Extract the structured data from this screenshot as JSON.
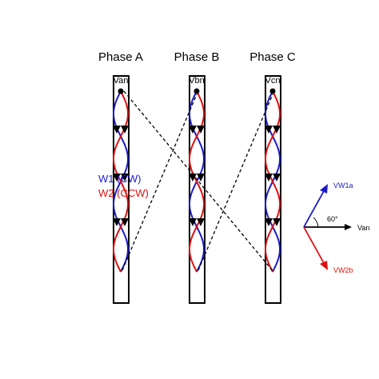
{
  "phases": [
    {
      "title": "Phase A",
      "terminal": "Van"
    },
    {
      "title": "Phase B",
      "terminal": "Vbn"
    },
    {
      "title": "Phase C",
      "terminal": "Vcn"
    }
  ],
  "legend": {
    "w1": "W1 (CW)",
    "w2": "W2 (CCW)"
  },
  "phasor": {
    "reference": "Van",
    "vw1": "VW1a",
    "vw2": "VW2b",
    "angle": "60°"
  },
  "colors": {
    "w1": "#1a1acc",
    "w2": "#e01010",
    "outline": "#000000"
  }
}
